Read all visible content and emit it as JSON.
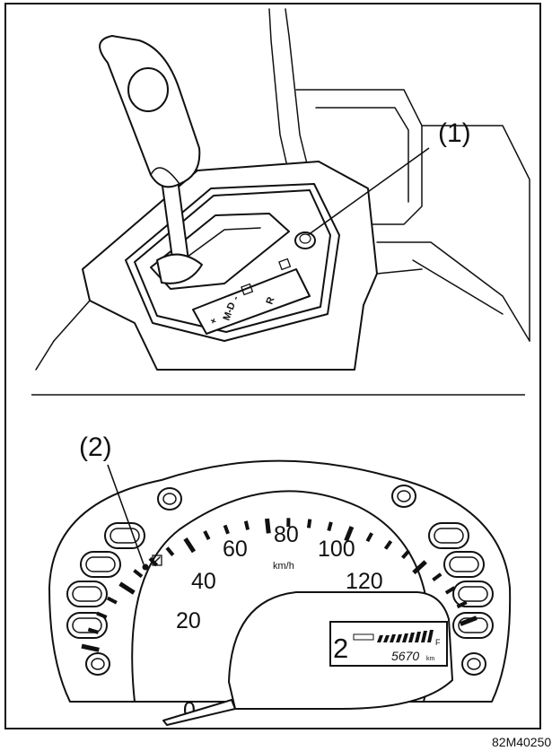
{
  "callouts": {
    "one": "(1)",
    "two": "(2)"
  },
  "figure_code": "82M40250",
  "shift_gate": {
    "r": "R",
    "dash": "-",
    "md": "M-D",
    "plus": "+"
  },
  "speedometer": {
    "labels": [
      "0",
      "20",
      "40",
      "60",
      "80",
      "100",
      "120"
    ],
    "unit": "km/h"
  },
  "display": {
    "gear": "2",
    "odometer": "5670",
    "odo_unit": "km",
    "fuel_full": "F"
  }
}
